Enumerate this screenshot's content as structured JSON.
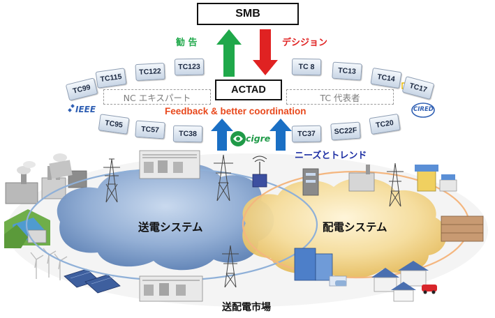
{
  "top_box": "SMB",
  "center_box": "ACTAD",
  "left_arrow_label": "勧 告",
  "right_arrow_label": "デシジョン",
  "nc_label": "NC エキスパート",
  "tc_label": "TC 代表者",
  "feedback_label": "Feedback & better coordination",
  "needs_label": "ニーズとトレンド",
  "ieee_logo": "IEEE",
  "cigre_logo": "cigre",
  "cired_logo": "CIRED",
  "committees": {
    "upper_left": [
      "TC99",
      "TC115",
      "TC122",
      "TC123"
    ],
    "upper_right": [
      "TC 8",
      "TC13",
      "TC14",
      "TC17"
    ],
    "lower_left": [
      "TC95",
      "TC57",
      "TC38"
    ],
    "lower_right": [
      "TC37",
      "SC22F",
      "TC20"
    ]
  },
  "transmission_label": "送電システム",
  "distribution_label": "配電システム",
  "market_label": "送配電市場",
  "colors": {
    "green_arrow": "#1fa84a",
    "red_arrow": "#e02222",
    "blue_arrow": "#1a6fc4",
    "feedback_text": "#e8481c",
    "needs_text": "#1d2fa3",
    "transmission_cloud": "#6f93c4",
    "distribution_cloud": "#f2d184"
  }
}
